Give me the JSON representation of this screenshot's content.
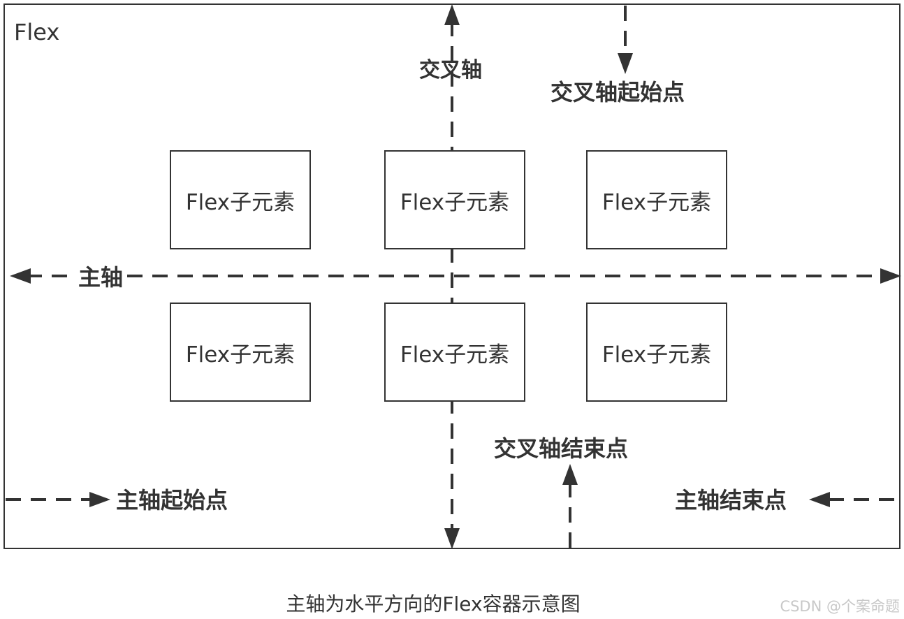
{
  "container": {
    "label": "Flex"
  },
  "children": [
    {
      "label": "Flex子元素"
    },
    {
      "label": "Flex子元素"
    },
    {
      "label": "Flex子元素"
    },
    {
      "label": "Flex子元素"
    },
    {
      "label": "Flex子元素"
    },
    {
      "label": "Flex子元素"
    }
  ],
  "axes": {
    "main_axis": "主轴",
    "cross_axis": "交叉轴",
    "main_start": "主轴起始点",
    "main_end": "主轴结束点",
    "cross_start": "交叉轴起始点",
    "cross_end": "交叉轴结束点"
  },
  "caption": "主轴为水平方向的Flex容器示意图",
  "watermark": "CSDN @个案命题",
  "colors": {
    "stroke": "#333333",
    "background": "#ffffff",
    "watermark": "#c8c8c8"
  }
}
